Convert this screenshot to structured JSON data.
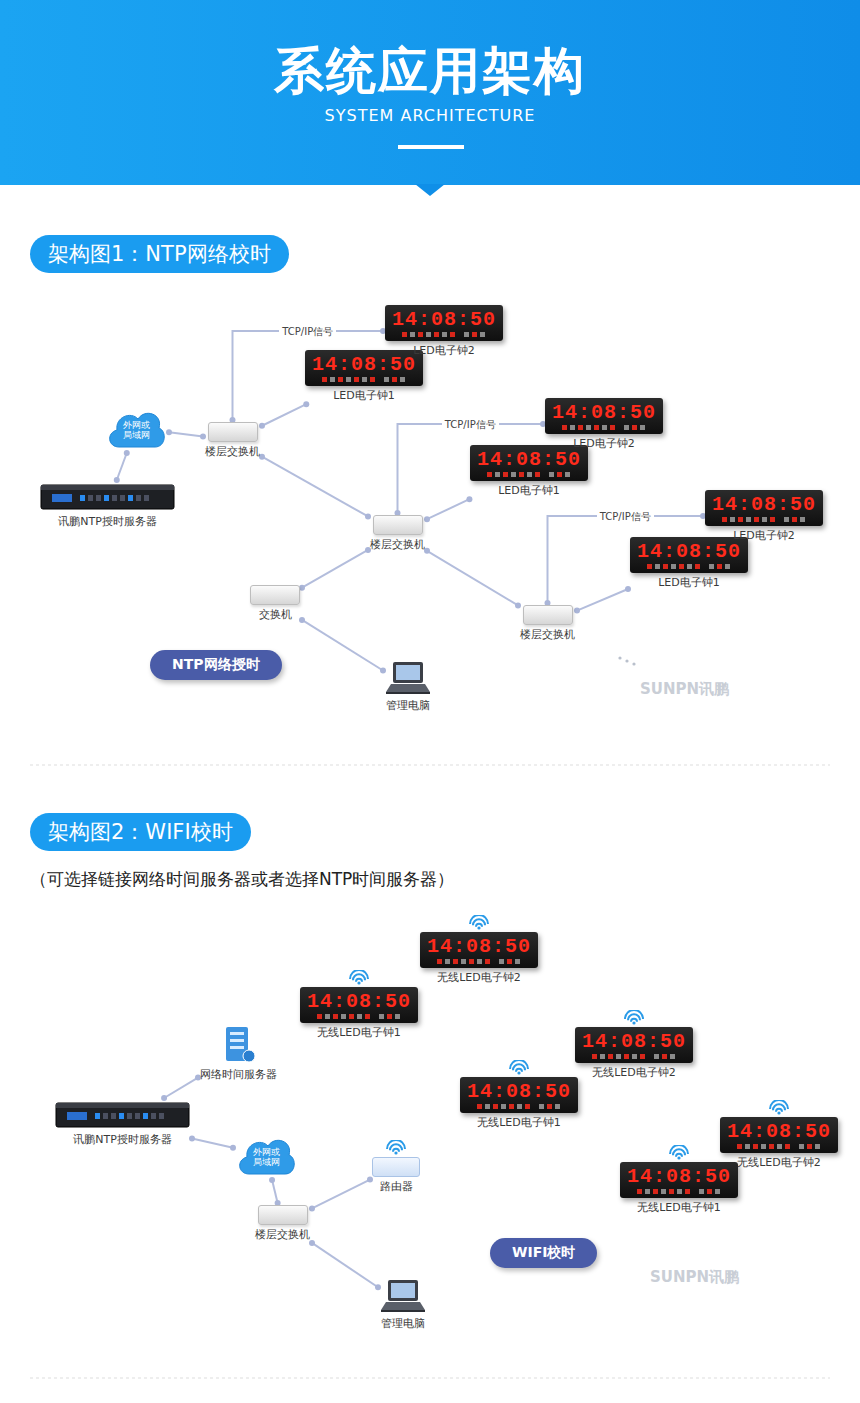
{
  "diagram": {
    "title": "系统应用架构",
    "nodes": [
      {
        "text": [
          "讯鹏NTP授时服务器"
        ]
      },
      {
        "text": [
          "外网或局域网"
        ]
      },
      {
        "text": [
          "楼层交换机"
        ]
      },
      {
        "text": [
          "14:08:50",
          "LED电子钟1"
        ]
      },
      {
        "text": [
          "14:08:50",
          "LED电子钟2"
        ]
      },
      {
        "text": [
          "楼层交换机"
        ]
      },
      {
        "text": [
          "14:08:50",
          "LED电子钟1"
        ]
      },
      {
        "text": [
          "14:08:50",
          "LED电子钟2"
        ]
      },
      {
        "text": [
          "楼层交换机"
        ]
      },
      {
        "text": [
          "14:08:50",
          "LED电子钟1"
        ]
      },
      {
        "text": [
          "14:08:50",
          "LED电子钟2"
        ]
      },
      {
        "text": [
          "交换机"
        ]
      },
      {
        "text": [
          "管理电脑"
        ]
      },
      {
        "text": [
          "讯鹏NTP授时服务器"
        ]
      },
      {
        "text": [
          "网络时间服务器"
        ]
      },
      {
        "text": [
          "外网或局域网"
        ]
      },
      {
        "text": [
          "楼层交换机"
        ]
      },
      {
        "text": [
          "路由器"
        ]
      },
      {
        "text": [
          "管理电脑"
        ]
      },
      {
        "text": [
          "14:08:50",
          "无线LED电子钟1"
        ]
      },
      {
        "text": [
          "14:08:50",
          "无线LED电子钟2"
        ]
      },
      {
        "text": [
          "14:08:50",
          "无线LED电子钟1"
        ]
      },
      {
        "text": [
          "14:08:50",
          "无线LED电子钟2"
        ]
      },
      {
        "text": [
          "14:08:50",
          "无线LED电子钟1"
        ]
      },
      {
        "text": [
          "14:08:50",
          "无线LED电子钟2"
        ]
      }
    ],
    "edges": [
      {
        "from": 0,
        "to": 1,
        "arrow": "none"
      },
      {
        "from": 1,
        "to": 2,
        "arrow": "none"
      },
      {
        "from": 2,
        "to": 3,
        "arrow": "none"
      },
      {
        "from": 2,
        "to": 4,
        "label": "TCP/IP信号",
        "arrow": "none"
      },
      {
        "from": 2,
        "to": 5,
        "arrow": "none"
      },
      {
        "from": 5,
        "to": 6,
        "arrow": "none"
      },
      {
        "from": 5,
        "to": 7,
        "label": "TCP/IP信号",
        "arrow": "none"
      },
      {
        "from": 5,
        "to": 8,
        "arrow": "none"
      },
      {
        "from": 8,
        "to": 9,
        "arrow": "none"
      },
      {
        "from": 8,
        "to": 10,
        "label": "TCP/IP信号",
        "arrow": "none"
      },
      {
        "from": 5,
        "to": 11,
        "arrow": "none"
      },
      {
        "from": 11,
        "to": 12,
        "arrow": "none"
      },
      {
        "from": 13,
        "to": 14,
        "arrow": "none"
      },
      {
        "from": 13,
        "to": 15,
        "arrow": "none"
      },
      {
        "from": 15,
        "to": 16,
        "arrow": "none"
      },
      {
        "from": 16,
        "to": 17,
        "arrow": "none"
      },
      {
        "from": 16,
        "to": 18,
        "arrow": "none"
      }
    ],
    "labels": [
      "SYSTEM ARCHITECTURE",
      "架构图1：NTP网络校时",
      "NTP网络授时",
      "SUNPN讯鹏",
      "架构图2：WIFI校时",
      "（可选择链接网络时间服务器或者选择NTP时间服务器）",
      "WIFI校时",
      "SUNPN讯鹏"
    ]
  }
}
